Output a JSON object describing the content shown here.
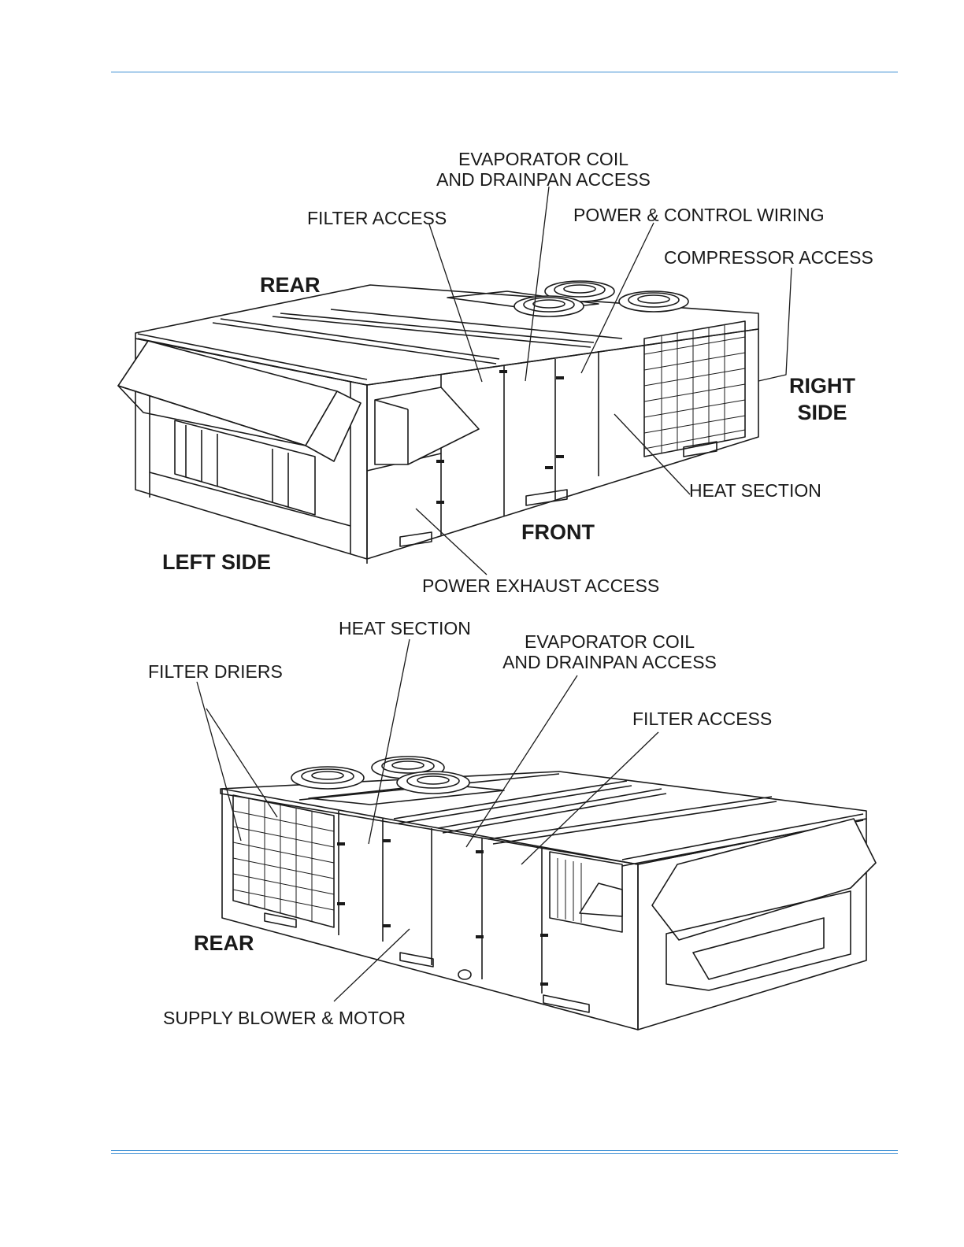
{
  "header": {
    "rule_color": "#3d8fd4"
  },
  "footer": {
    "rule_color": "#3d8fd4"
  },
  "top_view": {
    "labels": {
      "evaporator_line1": "EVAPORATOR COIL",
      "evaporator_line2": "AND DRAINPAN ACCESS",
      "filter_access": "FILTER ACCESS",
      "power_control": "POWER & CONTROL WIRING",
      "compressor_access": "COMPRESSOR ACCESS",
      "rear": "REAR",
      "right_side_line1": "RIGHT",
      "right_side_line2": "SIDE",
      "heat_section": "HEAT SECTION",
      "front": "FRONT",
      "left_side": "LEFT SIDE",
      "power_exhaust": "POWER EXHAUST ACCESS"
    }
  },
  "bottom_view": {
    "labels": {
      "heat_section": "HEAT SECTION",
      "evaporator_line1": "EVAPORATOR COIL",
      "evaporator_line2": "AND DRAINPAN ACCESS",
      "filter_driers": "FILTER DRIERS",
      "filter_access": "FILTER ACCESS",
      "rear": "REAR",
      "supply_blower": "SUPPLY BLOWER &  MOTOR"
    }
  }
}
